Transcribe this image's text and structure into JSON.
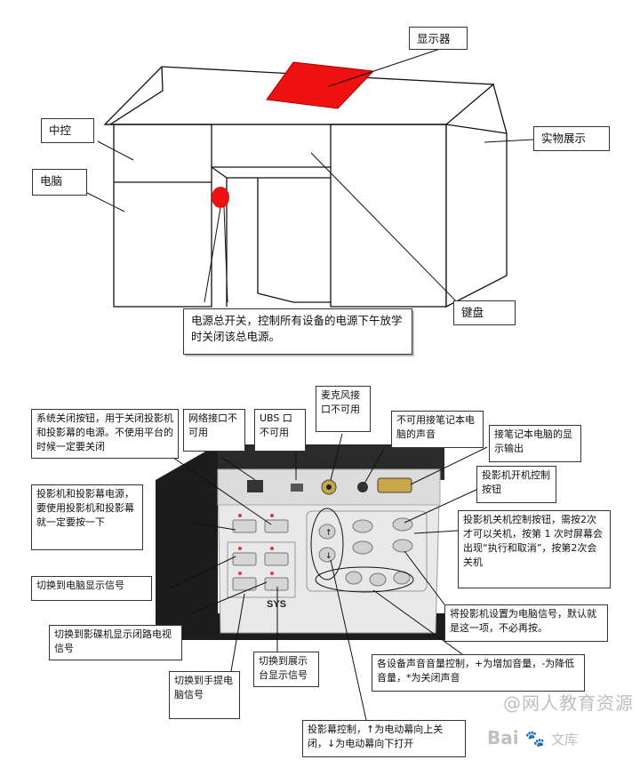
{
  "top_labels": {
    "display": "显示器",
    "control": "中控",
    "computer": "电脑",
    "showcase": "实物展示",
    "keyboard": "键盘",
    "power": "电源总开关，控制所有设备的电源下午放学时关闭该总电源。"
  },
  "panel_labels": {
    "shutdown": "系统关闭按钮，用于关闭投影机和投影幕的电源。不使用平台的时候一定要关闭",
    "network": "网络接口不可用",
    "usb": "UBS 口不可用",
    "mic": "麦克风接口不可用",
    "laptop_audio": "不可用接笔记本电脑的声音",
    "laptop_display": "接笔记本电脑的显示输出",
    "projector_on": "投影机开机控制按钮",
    "projector_power": "投影机和投影幕电源，要使用投影机和投影幕就一定要按一下",
    "projector_off": "投影机关机控制按钮，需按2次才可以关机，按第 1 次时屏幕会出现“执行和取消”，按第2次会关机",
    "pc_signal": "切换到电脑显示信号",
    "cctv_signal": "切换到影碟机显示闭路电视信号",
    "laptop_signal": "切换到手提电脑信号",
    "booth_signal": "切换到展示台显示信号",
    "default_pc": "将投影机设置为电脑信号，默认就是这一项，不必再按。",
    "volume": "各设备声音音量控制，+为增加音量，-为降低音量，*为关闭声音",
    "screen_control": "投影幕控制，↑为电动幕向上关闭，↓为电动幕向下打开"
  },
  "device": {
    "logo": "SYS"
  },
  "watermark": {
    "line1": "@网人教育资源",
    "line2_brand": "Bai",
    "line2_suffix": "文库"
  },
  "colors": {
    "red_marker": "#ee1111",
    "panel_face": "#e9e9e9",
    "device_dark": "#1c1c1c"
  }
}
